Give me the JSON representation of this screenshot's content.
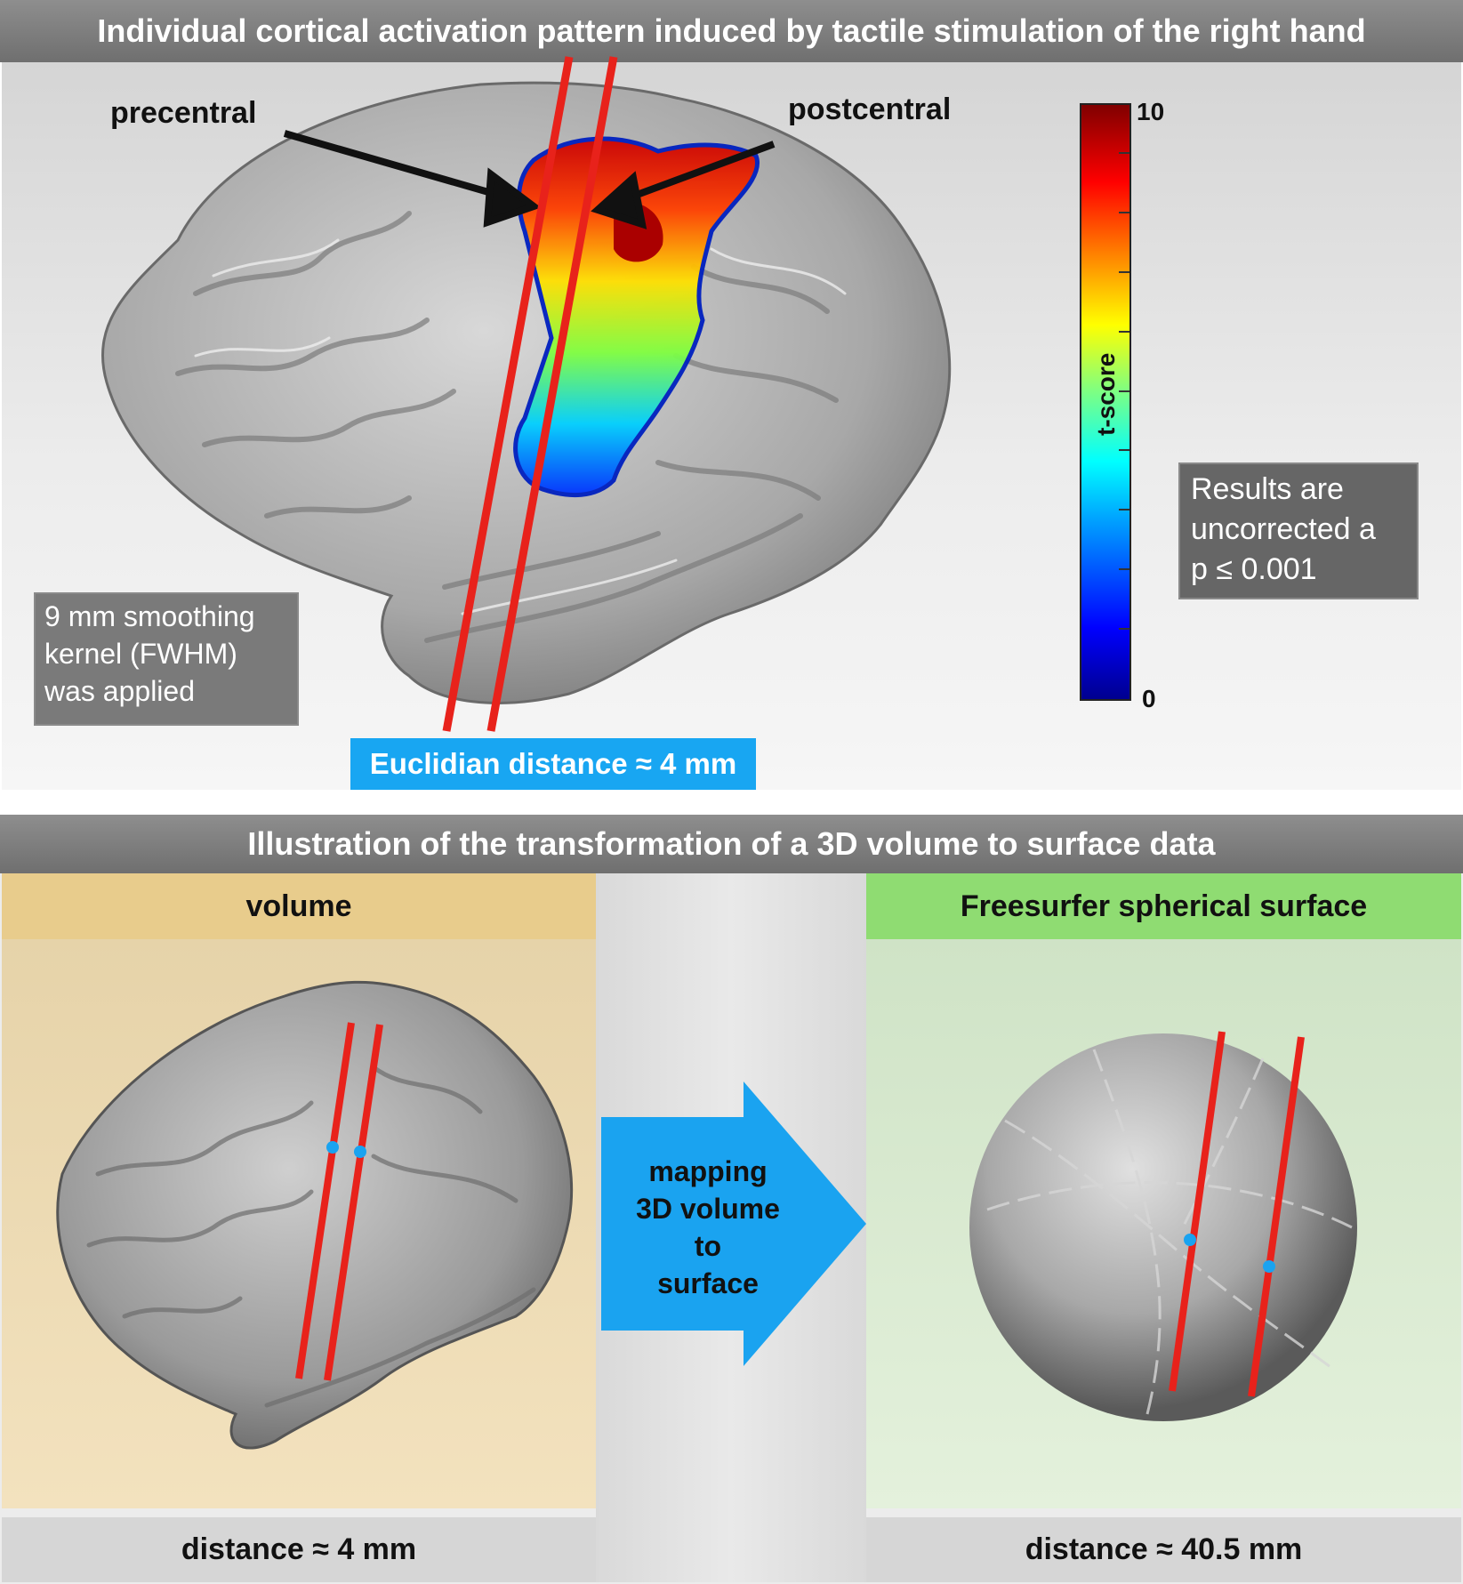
{
  "top": {
    "title": "Individual cortical activation pattern induced by tactile stimulation of the right hand",
    "precentral_label": "precentral",
    "postcentral_label": "postcentral",
    "colorbar": {
      "title": "t-score",
      "max": "10",
      "min": "0"
    },
    "pvalue_note": [
      "Results are",
      "uncorrected a",
      "p ≤ 0.001"
    ],
    "smoothing_note": [
      "9 mm smoothing",
      "kernel (FWHM)",
      "was applied"
    ],
    "euclidean_label": "Euclidian distance ≈ 4 mm"
  },
  "bottom": {
    "title": "Illustration of the transformation of a 3D volume to surface data",
    "volume": {
      "header": "volume",
      "distance": "distance ≈ 4 mm"
    },
    "arrow_text": [
      "mapping",
      "3D volume",
      "to",
      "surface"
    ],
    "sphere": {
      "header": "Freesurfer spherical surface",
      "distance": "distance ≈ 40.5 mm"
    }
  },
  "colors": {
    "header_bar": "#7a7a7a",
    "line_red": "#e8221b",
    "point_blue": "#1aa3f0",
    "arrow_blue": "#1aa3f0",
    "volume_header": "#e8cc8c",
    "sphere_header": "#8fdc72"
  }
}
